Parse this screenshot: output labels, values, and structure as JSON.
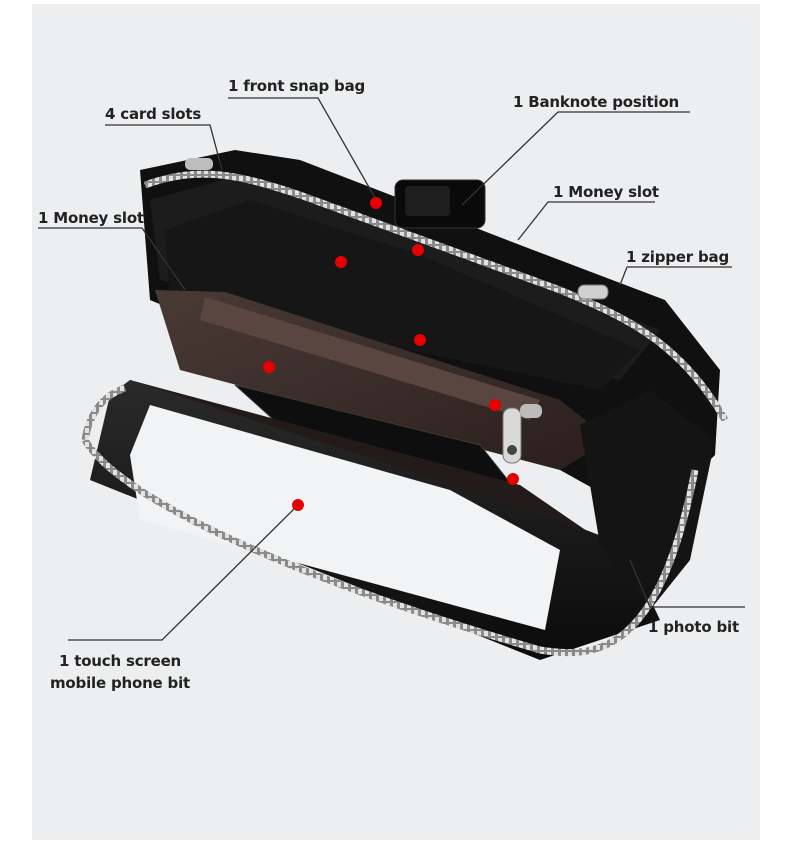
{
  "labels": {
    "front_snap_bag": "1 front snap bag",
    "card_slots": "4 card slots",
    "banknote_position": "1 Banknote position",
    "money_slot_right": "1 Money slot",
    "money_slot_left": "1 Money slot",
    "zipper_bag": "1 zipper bag",
    "photo_bit": "1 photo bit",
    "touch_screen_line1": "1 touch screen",
    "touch_screen_line2": "mobile phone bit"
  },
  "colors": {
    "background": "#eceef0",
    "marker": "#e60000",
    "leader_line": "#333333",
    "wallet_black": "#141414",
    "lining_brown": "#3a2a26",
    "zipper_silver": "#c8c8c8"
  },
  "icons": {
    "marker": "red-dot"
  }
}
